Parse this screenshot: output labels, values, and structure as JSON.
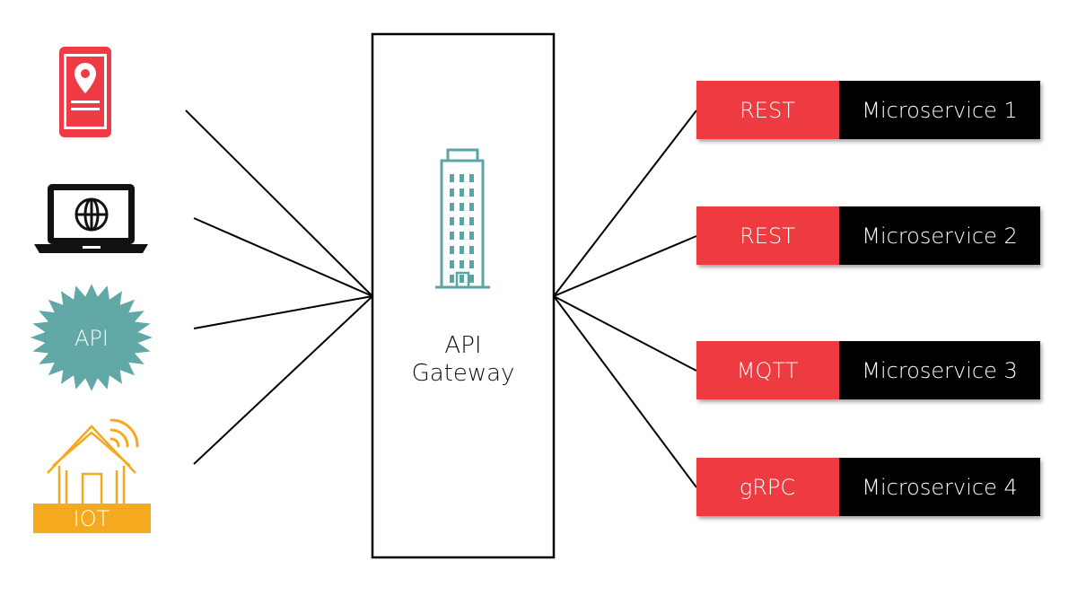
{
  "colors": {
    "background": "#ffffff",
    "line": "#000000",
    "mobile": "#ef3b46",
    "laptop": "#111111",
    "api_badge": "#61a8a6",
    "iot": "#f5a91f",
    "building": "#5aa5a3",
    "protocol": "#ee3a43",
    "service": "#000000"
  },
  "clients": [
    {
      "name": "mobile",
      "icon": "mobile-location-icon",
      "label": ""
    },
    {
      "name": "web",
      "icon": "laptop-globe-icon",
      "label": ""
    },
    {
      "name": "api",
      "icon": "api-badge-icon",
      "label": "API"
    },
    {
      "name": "iot",
      "icon": "iot-house-icon",
      "label": "IOT"
    }
  ],
  "gateway": {
    "icon": "office-building-icon",
    "label_line1": "API",
    "label_line2": "Gateway"
  },
  "services": [
    {
      "protocol": "REST",
      "name": "Microservice 1"
    },
    {
      "protocol": "REST",
      "name": "Microservice 2"
    },
    {
      "protocol": "MQTT",
      "name": "Microservice 3"
    },
    {
      "protocol": "gRPC",
      "name": "Microservice 4"
    }
  ]
}
